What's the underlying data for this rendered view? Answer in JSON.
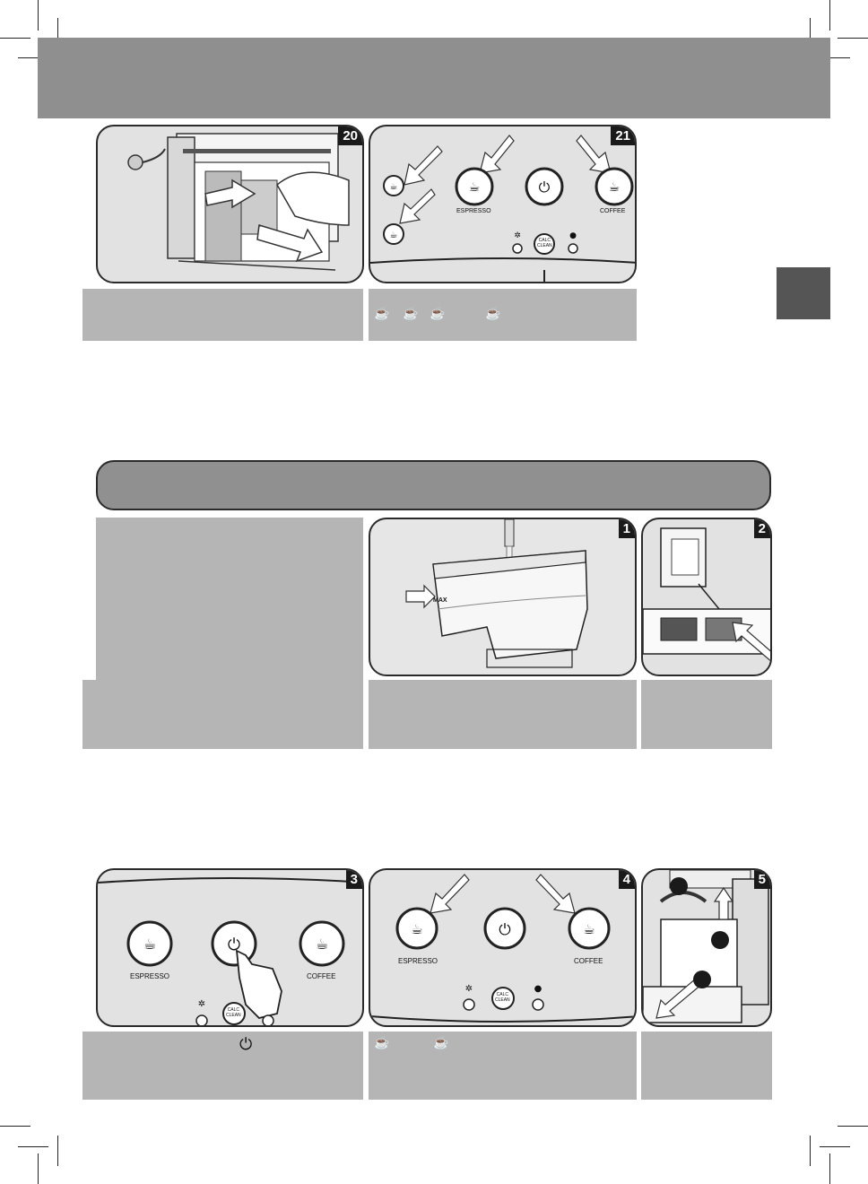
{
  "figures": {
    "f20": {
      "number": "20"
    },
    "f21": {
      "number": "21",
      "espresso_label": "ESPRESSO",
      "coffee_label": "COFFEE",
      "calc_label_1": "CALC",
      "calc_label_2": "CLEAN"
    },
    "f1": {
      "number": "1",
      "max_label": "MAX"
    },
    "f2": {
      "number": "2"
    },
    "f3": {
      "number": "3",
      "espresso_label": "ESPRESSO",
      "coffee_label": "COFFEE",
      "calc_label_1": "CALC",
      "calc_label_2": "CLEAN"
    },
    "f4": {
      "number": "4",
      "espresso_label": "ESPRESSO",
      "coffee_label": "COFFEE",
      "calc_label_1": "CALC",
      "calc_label_2": "CLEAN"
    },
    "f5": {
      "number": "5"
    }
  },
  "icons": {
    "caption21": [
      "espresso-cup-icon",
      "coffee-cup-icon",
      "cappuccino-cup-icon",
      "steam-cup-icon"
    ],
    "caption3": [
      "power-icon"
    ],
    "caption4": [
      "espresso-cup-icon",
      "coffee-cup-icon"
    ]
  },
  "colors": {
    "header": "#8f8f8f",
    "caption": "#b5b5b5",
    "tab": "#555555",
    "panel_bg": "#e2e2e2"
  }
}
